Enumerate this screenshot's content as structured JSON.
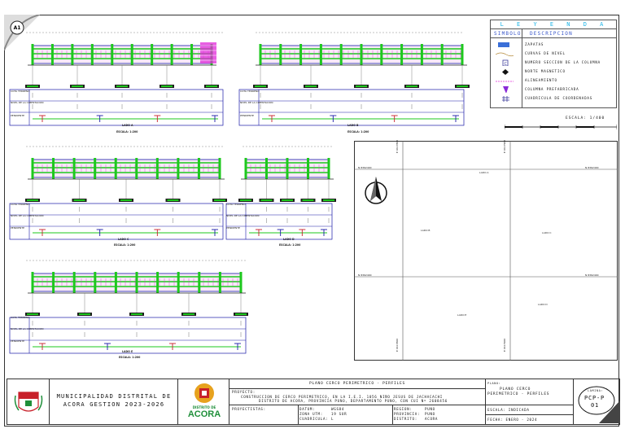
{
  "sheet_tag": "A1",
  "legend": {
    "title": "L E Y E N D A",
    "col_symbol": "SIMBOLO",
    "col_description": "DESCRIPCION",
    "items": [
      {
        "symbol": "Z-1",
        "label": "ZAPATAS"
      },
      {
        "symbol": "",
        "label": "CURVAS DE NIVEL"
      },
      {
        "symbol": "C",
        "label": "NUMERO SECCION DE LA COLUMNA"
      },
      {
        "symbol": "",
        "label": "NORTE MAGNETICO"
      },
      {
        "symbol": "",
        "label": "ALINEAMIENTO"
      },
      {
        "symbol": "",
        "label": "COLUMNA PREFABRICADA"
      },
      {
        "symbol": "#",
        "label": "CUADRICULA DE COORDENADAS"
      }
    ]
  },
  "scale_label": "ESCALA: 1/400",
  "panels": [
    {
      "caption": "LADO A",
      "scale": "ESCALA: 1:200",
      "rows": [
        "COTA TERRENO",
        "NIVEL DE LA CIMENTACION",
        "PENDIENTE"
      ]
    },
    {
      "caption": "LADO B",
      "scale": "ESCALA: 1:200",
      "rows": [
        "COTA TERRENO",
        "NIVEL DE LA CIMENTACION",
        "PENDIENTE"
      ]
    },
    {
      "caption": "LADO C",
      "scale": "ESCALA: 1:200",
      "rows": [
        "COTA TERRENO",
        "NIVEL DE LA CIMENTACION",
        "PENDIENTE"
      ]
    },
    {
      "caption": "LADO D",
      "scale": "ESCALA: 1:200",
      "rows": [
        "COTA TERRENO",
        "NIVEL DE LA CIMENTACION",
        "PENDIENTE"
      ]
    },
    {
      "caption": "LADO E",
      "scale": "ESCALA: 1:200",
      "rows": [
        "COTA TERRENO",
        "NIVEL DE LA CIMENTACION",
        "PENDIENTE"
      ]
    }
  ],
  "plan": {
    "grid_left": "N 8362400",
    "grid_right": "N 8362400",
    "grid_left2": "N 8362400",
    "grid_right2": "N 8362400",
    "grid_top1": "E 0417800",
    "grid_top2": "E 0417900",
    "grid_bottom1": "E 0417800",
    "grid_bottom2": "E 0417900",
    "labels": [
      "LADO A",
      "LADO B",
      "LADO C",
      "LADO D",
      "LADO E"
    ]
  },
  "title_block": {
    "municipality_line1": "MUNICIPALIDAD DISTRITAL DE",
    "municipality_line2": "ACORA GESTION 2023-2026",
    "logo_small_text": "DISTRITO DE",
    "logo_big_text": "ACORA",
    "plan_title": "PLANO CERCO PERIMETRICO - PERFILES",
    "proyecto_label": "PROYECTO:",
    "proyecto_line1": "CONSTRUCCION DE CERCO PERIMETRICO, EN LA I.E.I. 1056 NIÑO JESUS DE JACHACACHI",
    "proyecto_line2": "DISTRITO DE ACORA, PROVINCIA PUNO, DEPARTAMENTO PUNO, CON CUI Nº 2608456",
    "proyectistas_label": "PROYECTISTAS:",
    "datum_label": "DATUM:",
    "datum_value": "WGS84",
    "zona_label": "ZONA UTM:",
    "zona_value": "19 SUR",
    "cuadricula_label": "CUADRICULA:",
    "cuadricula_value": "L",
    "region_label": "REGION:",
    "region_value": "PUNO",
    "provincia_label": "PROVINCIA:",
    "provincia_value": "PUNO",
    "distrito_label": "DISTRITO:",
    "distrito_value": "ACORA",
    "plano_label": "PLANO:",
    "plano_line1": "PLANO CERCO",
    "plano_line2": "PERIMETRICO - PERFILES",
    "escala_label": "ESCALA: INDICADA",
    "fecha_label": "FECHA: ENERO - 2024",
    "lamina_label": "LAMINA:",
    "lamina_code1": "PCP-P",
    "lamina_code2": "01"
  },
  "colors": {
    "fence_green": "#1ec81e",
    "fence_blue": "#1a1aa8",
    "accent_pink": "#e02ad8",
    "legend_title": "#1fb5e8",
    "legend_head": "#3a57c9",
    "gold": "#e7a21e",
    "red": "#c8202a",
    "green_dark": "#1f8f3a"
  }
}
